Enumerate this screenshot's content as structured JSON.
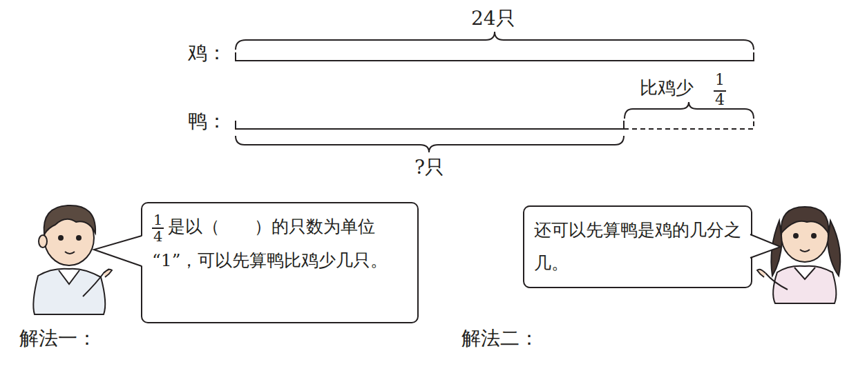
{
  "diagram": {
    "nodes": [
      {
        "text": [
          "1",
          "4",
          "是以（　　）的只数为单位“1”，可以先算鸭比鸡少几只。"
        ]
      },
      {
        "text": [
          "还可以先算鸭是鸡的几分之几。"
        ]
      }
    ],
    "labels": [
      "24只",
      "鸡：",
      "比鸡少",
      "1",
      "4",
      "鸭：",
      "?只",
      "解法一：",
      "解法二："
    ]
  }
}
